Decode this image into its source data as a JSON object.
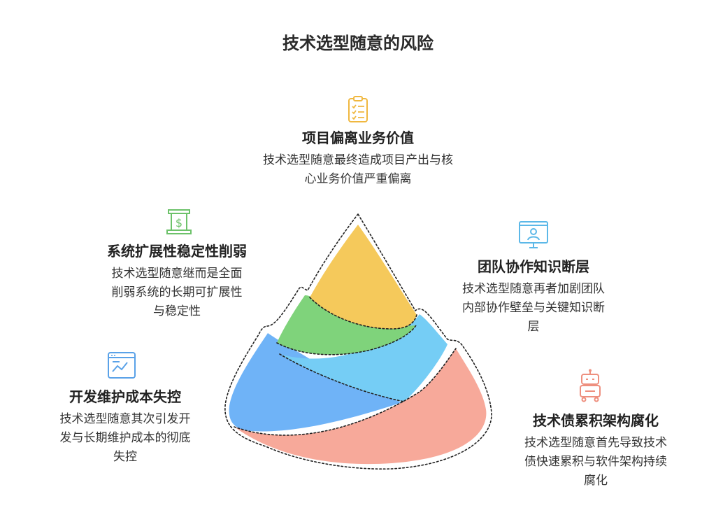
{
  "title": "技术选型随意的风险",
  "items": {
    "business": {
      "heading": "项目偏离业务价值",
      "desc_lines": [
        "技术选型随意最终造成项目产出与核",
        "心业务价值严重偏离"
      ],
      "icon": "clipboard-checklist-icon",
      "color": "#f5c95b"
    },
    "scalability": {
      "heading": "系统扩展性稳定性削弱",
      "desc_lines": [
        "技术选型随意继而是全面",
        "削弱系统的长期可扩展性",
        "与稳定性"
      ],
      "icon": "dollar-sign-icon",
      "color": "#7fd37b"
    },
    "team": {
      "heading": "团队协作知识断层",
      "desc_lines": [
        "技术选型随意再者加剧团队",
        "内部协作壁垒与关键知识断",
        "层"
      ],
      "icon": "monitor-person-icon",
      "color": "#75cdf5"
    },
    "cost": {
      "heading": "开发维护成本失控",
      "desc_lines": [
        "技术选型随意其次引发开",
        "发与长期维护成本的彻底",
        "失控"
      ],
      "icon": "browser-chart-icon",
      "color": "#6fb3f7"
    },
    "debt": {
      "heading": "技术债累积架构腐化",
      "desc_lines": [
        "技术选型随意首先导致技术",
        "债快速累积与软件架构持续",
        "腐化"
      ],
      "icon": "robot-icon",
      "color": "#f7a99a"
    }
  }
}
